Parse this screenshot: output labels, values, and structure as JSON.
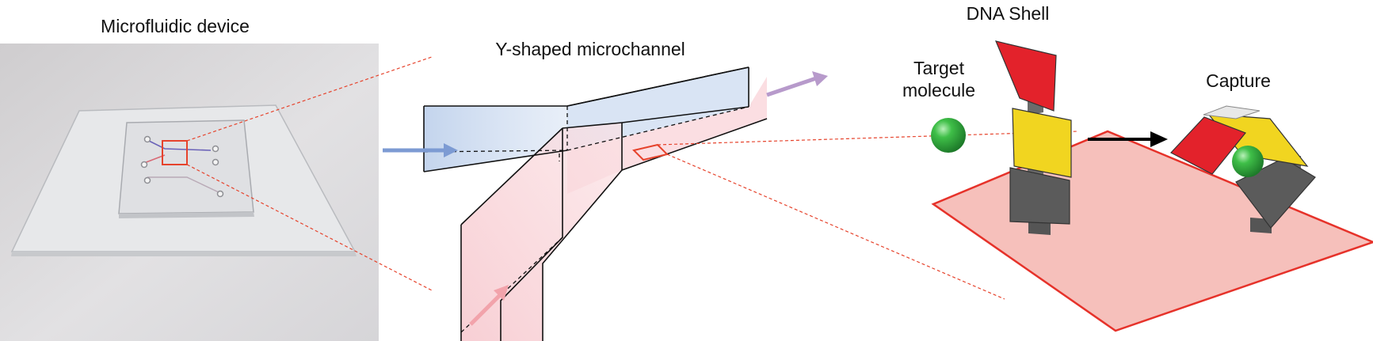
{
  "panels": {
    "device": {
      "title": "Microfluidic device"
    },
    "channel": {
      "title": "Y-shaped microchannel"
    },
    "molecule": {
      "title": "DNA Shell",
      "target_label_line1": "Target",
      "target_label_line2": "molecule",
      "capture_label": "Capture"
    }
  },
  "colors": {
    "blue_flow": "#7d9bd3",
    "pink_flow": "#f2a3ab",
    "purple_flow": "#b79acb",
    "shell_red": "#e3222b",
    "shell_yellow": "#f1d520",
    "shell_gray": "#5b5b5b",
    "surface_pink": "#f6c0bb",
    "highlight_red": "#e6432c",
    "molecule_green": "#2ea13c"
  }
}
